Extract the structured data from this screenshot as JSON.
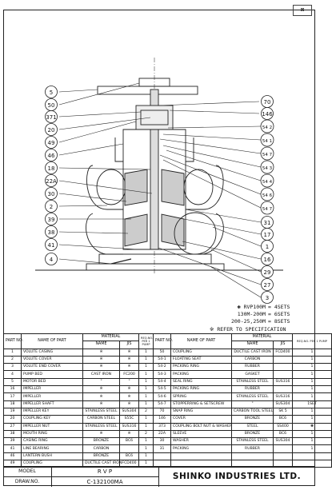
{
  "callouts_left": [
    "5",
    "50",
    "371",
    "20",
    "49",
    "46",
    "18",
    "22A",
    "30",
    "2",
    "39",
    "38",
    "41",
    "4"
  ],
  "callouts_right": [
    "70",
    "146",
    "54\n2",
    "54\n1",
    "54\n7",
    "54\n3",
    "54\n4",
    "54\n6",
    "54\n7",
    "31",
    "17",
    "1",
    "16",
    "29",
    "27",
    "3"
  ],
  "notes": {
    "lines": [
      {
        "key": "✽ RVP100M",
        "val": "= 4SETS"
      },
      {
        "key": "130M-200M",
        "val": "= 6SETS"
      },
      {
        "key": "200-25,250M",
        "val": "= 8SETS"
      }
    ],
    "reference": "※ REFER TO SPECIFICATION"
  },
  "table": {
    "headers": {
      "part_no": "PART NO.",
      "name": "NAME OF PART",
      "material": "MATERIAL",
      "mat_name": "NAME",
      "mat_jis": "JIS",
      "req": "REQ.NO. PER 1 PUMP"
    },
    "left_rows": [
      {
        "no": "1",
        "name": "VOLUTE CASING",
        "mat": "※",
        "jis": "※",
        "req": "1"
      },
      {
        "no": "2",
        "name": "VOLUTE COVER",
        "mat": "※",
        "jis": "※",
        "req": "1"
      },
      {
        "no": "3",
        "name": "VOLUTE END COVER",
        "mat": "※",
        "jis": "※",
        "req": "1"
      },
      {
        "no": "4",
        "name": "PUMP BED",
        "mat": "CAST IRON",
        "jis": "FC200",
        "req": "1"
      },
      {
        "no": "5",
        "name": "MOTOR BED",
        "mat": "\"",
        "jis": "\"",
        "req": "1"
      },
      {
        "no": "16",
        "name": "IMPELLER",
        "mat": "※",
        "jis": "※",
        "req": "1"
      },
      {
        "no": "17",
        "name": "IMPELLER",
        "mat": "※",
        "jis": "※",
        "req": "1"
      },
      {
        "no": "18",
        "name": "IMPELLER SHAFT",
        "mat": "※",
        "jis": "※",
        "req": "1"
      },
      {
        "no": "19",
        "name": "IMPELLER KEY",
        "mat": "STAINLESS STEEL",
        "jis": "SUS304",
        "req": "2"
      },
      {
        "no": "20",
        "name": "COUPLING KEY",
        "mat": "CARBON STEEL",
        "jis": "S55C",
        "req": "1"
      },
      {
        "no": "27",
        "name": "IMPELLER NUT",
        "mat": "STAINLESS STEEL",
        "jis": "SUS316",
        "req": "1"
      },
      {
        "no": "38",
        "name": "MOUTH RING",
        "mat": "※",
        "jis": "※",
        "req": "2"
      },
      {
        "no": "39",
        "name": "CASING RING",
        "mat": "BRONZE",
        "jis": "BC6",
        "req": "1"
      },
      {
        "no": "41",
        "name": "LINE BEARING",
        "mat": "CARBON",
        "jis": "",
        "req": "1"
      },
      {
        "no": "46",
        "name": "LANTERN BUSH",
        "mat": "BRONZE",
        "jis": "BC6",
        "req": "1"
      },
      {
        "no": "49",
        "name": "COUPLING",
        "mat": "DUCTILE CAST IRON",
        "jis": "FCD400",
        "req": "1"
      }
    ],
    "right_rows": [
      {
        "no": "50",
        "name": "COUPLING",
        "mat": "DUCTILE CAST IRON",
        "jis": "FCD400",
        "req": "1"
      },
      {
        "no": "54-1",
        "name": "FLOATING SEAT",
        "mat": "CARBON",
        "jis": "",
        "req": "1"
      },
      {
        "no": "54-2",
        "name": "PACKING RING",
        "mat": "RUBBER",
        "jis": "",
        "req": "1"
      },
      {
        "no": "54-3",
        "name": "PACKING",
        "mat": "GASKET",
        "jis": "",
        "req": "1"
      },
      {
        "no": "54-4",
        "name": "SEAL RING",
        "mat": "STAINLESS STEEL",
        "jis": "SUS316",
        "req": "1"
      },
      {
        "no": "54-5",
        "name": "PACKING RING",
        "mat": "RUBBER",
        "jis": "",
        "req": "1"
      },
      {
        "no": "54-6",
        "name": "SPRING",
        "mat": "STAINLESS STEEL",
        "jis": "SUS316",
        "req": "1"
      },
      {
        "no": "54-7",
        "name": "STOPPERRING & SETSCREW",
        "mat": "\"",
        "jis": "SUS304",
        "req": "1SET"
      },
      {
        "no": "70",
        "name": "SNAP RING",
        "mat": "CARBON TOOL STEEL",
        "jis": "SK 5",
        "req": "1"
      },
      {
        "no": "146",
        "name": "COVER",
        "mat": "BRONZE",
        "jis": "BC6",
        "req": "1"
      },
      {
        "no": "373",
        "name": "COUPLING BOLT NUT & WASHER",
        "mat": "STEEL",
        "jis": "SS400",
        "req": "✽"
      },
      {
        "no": "22A",
        "name": "SLEEVE",
        "mat": "BRONZE",
        "jis": "BC6",
        "req": "1"
      },
      {
        "no": "30",
        "name": "WASHER",
        "mat": "STAINLESS STEEL",
        "jis": "SUS304",
        "req": "1"
      },
      {
        "no": "31",
        "name": "PACKING",
        "mat": "RUBBER",
        "jis": "",
        "req": "1"
      },
      {
        "no": "",
        "name": "",
        "mat": "",
        "jis": "",
        "req": ""
      },
      {
        "no": "",
        "name": "",
        "mat": "",
        "jis": "",
        "req": ""
      }
    ]
  },
  "footer": {
    "model_label": "MODEL",
    "model_value": "R V P",
    "drawno_label": "DRAW.NO.",
    "drawno_value": "C-132100MA",
    "company": "SHINKO INDUSTRIES LTD."
  }
}
